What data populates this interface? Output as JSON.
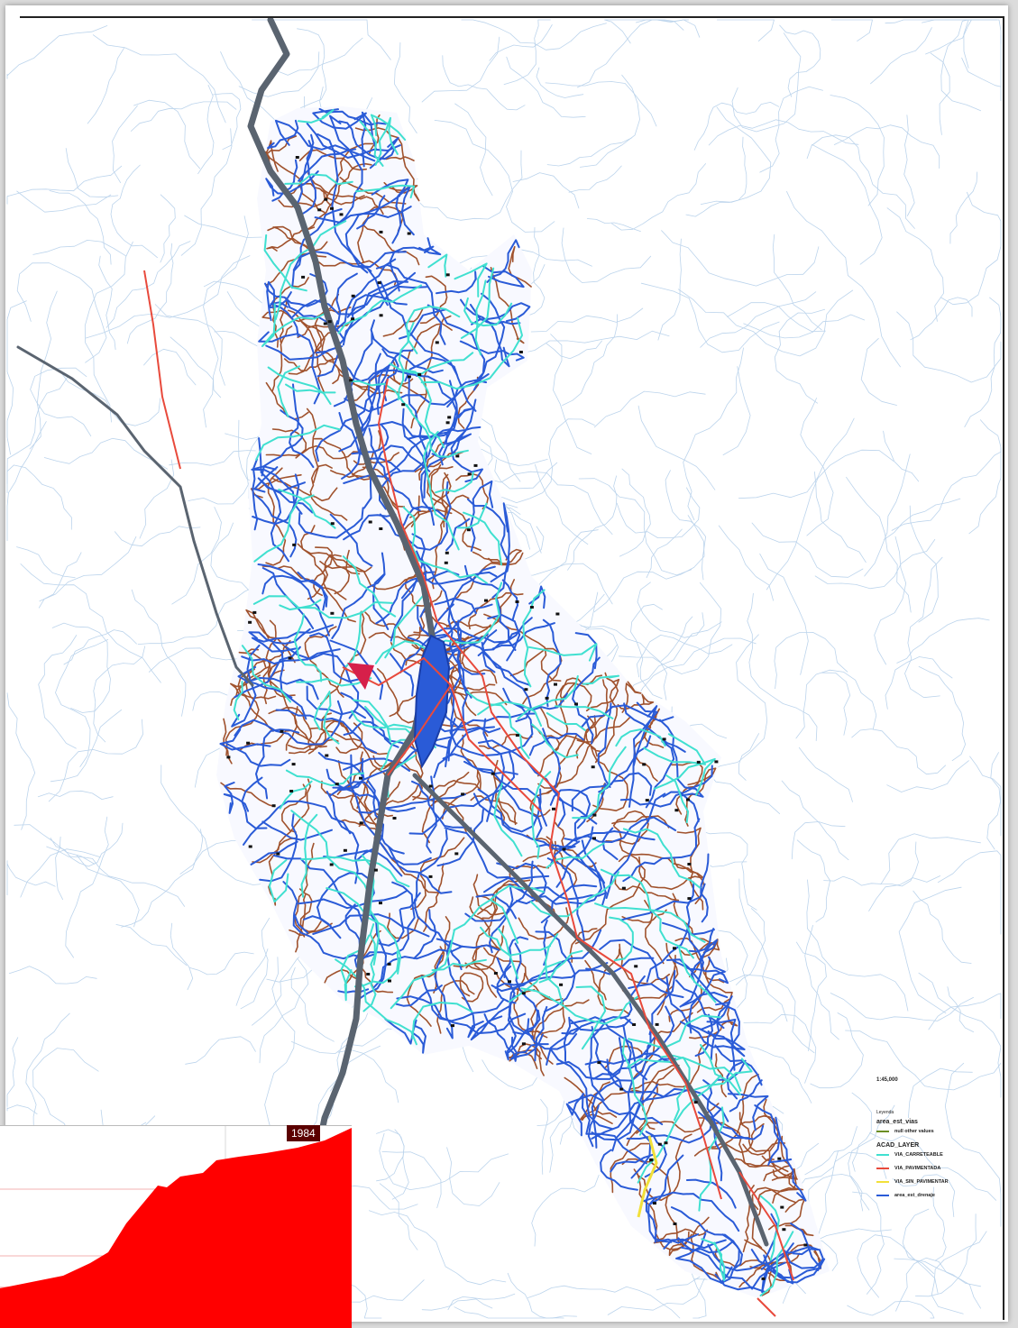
{
  "legend": {
    "scale": "1:45,000",
    "heading_small": "Leyenda",
    "group1": {
      "title": "area_est_vias",
      "items": [
        {
          "label": "null other values",
          "color": "#6b8e23"
        }
      ]
    },
    "group2": {
      "title": "ACAD_LAYER",
      "items": [
        {
          "label": "VIA_CARRETEABLE",
          "color": "#40e0d0"
        },
        {
          "label": "VIA_PAVIMENTADA",
          "color": "#e84a3c"
        },
        {
          "label": "VIA_SIN_PAVIMENTAR",
          "color": "#f2e03a"
        },
        {
          "label": "area_est_drenaje",
          "color": "#2a5bd7"
        }
      ]
    }
  },
  "inset_chart": {
    "year_label": "1984",
    "fill_color": "#ff0000"
  },
  "colors": {
    "river": "#5a6470",
    "drainage": "#2a5bd7",
    "contour": "#a0522d",
    "unpaved": "#40e0d0",
    "paved": "#e84a3c",
    "background_streams": "#bcd4ec"
  }
}
